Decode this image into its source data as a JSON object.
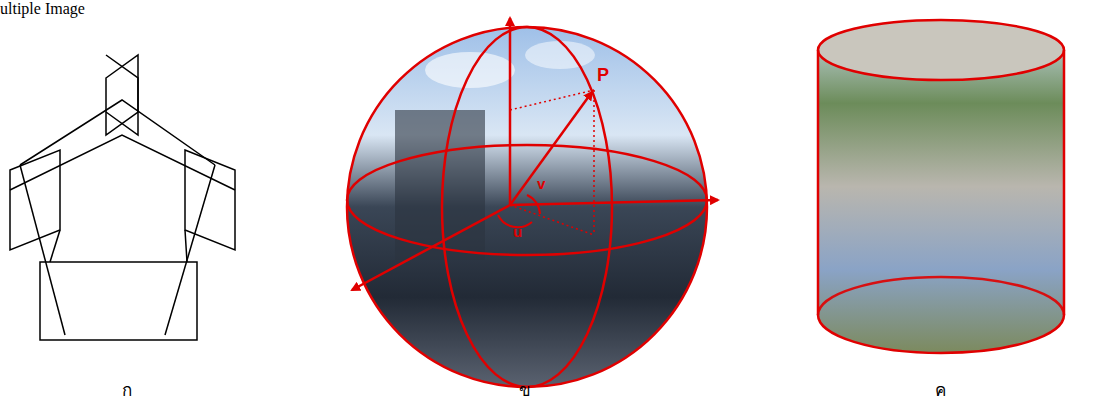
{
  "diagram": {
    "labels": [
      "ultiple Image",
      "P",
      "v",
      "u",
      "ก",
      "ข",
      "ค"
    ]
  }
}
